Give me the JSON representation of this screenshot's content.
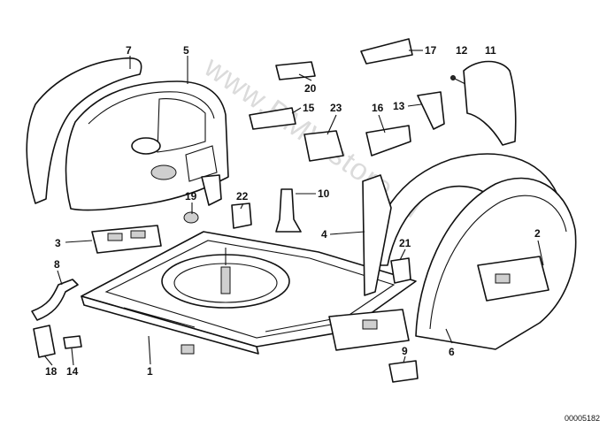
{
  "diagram": {
    "callouts": [
      {
        "id": "c1",
        "label": "1"
      },
      {
        "id": "c2",
        "label": "2"
      },
      {
        "id": "c3",
        "label": "3"
      },
      {
        "id": "c4",
        "label": "4"
      },
      {
        "id": "c5",
        "label": "5"
      },
      {
        "id": "c6",
        "label": "6"
      },
      {
        "id": "c7",
        "label": "7"
      },
      {
        "id": "c8",
        "label": "8"
      },
      {
        "id": "c9",
        "label": "9"
      },
      {
        "id": "c10",
        "label": "10"
      },
      {
        "id": "c11",
        "label": "11"
      },
      {
        "id": "c12",
        "label": "12"
      },
      {
        "id": "c13",
        "label": "13"
      },
      {
        "id": "c14",
        "label": "14"
      },
      {
        "id": "c15",
        "label": "15"
      },
      {
        "id": "c16",
        "label": "16"
      },
      {
        "id": "c17",
        "label": "17"
      },
      {
        "id": "c18",
        "label": "18"
      },
      {
        "id": "c19",
        "label": "19"
      },
      {
        "id": "c20",
        "label": "20"
      },
      {
        "id": "c21",
        "label": "21"
      },
      {
        "id": "c22",
        "label": "22"
      },
      {
        "id": "c23",
        "label": "23"
      }
    ],
    "watermark": "www.BMWstore.pl",
    "document_id": "00005182"
  }
}
